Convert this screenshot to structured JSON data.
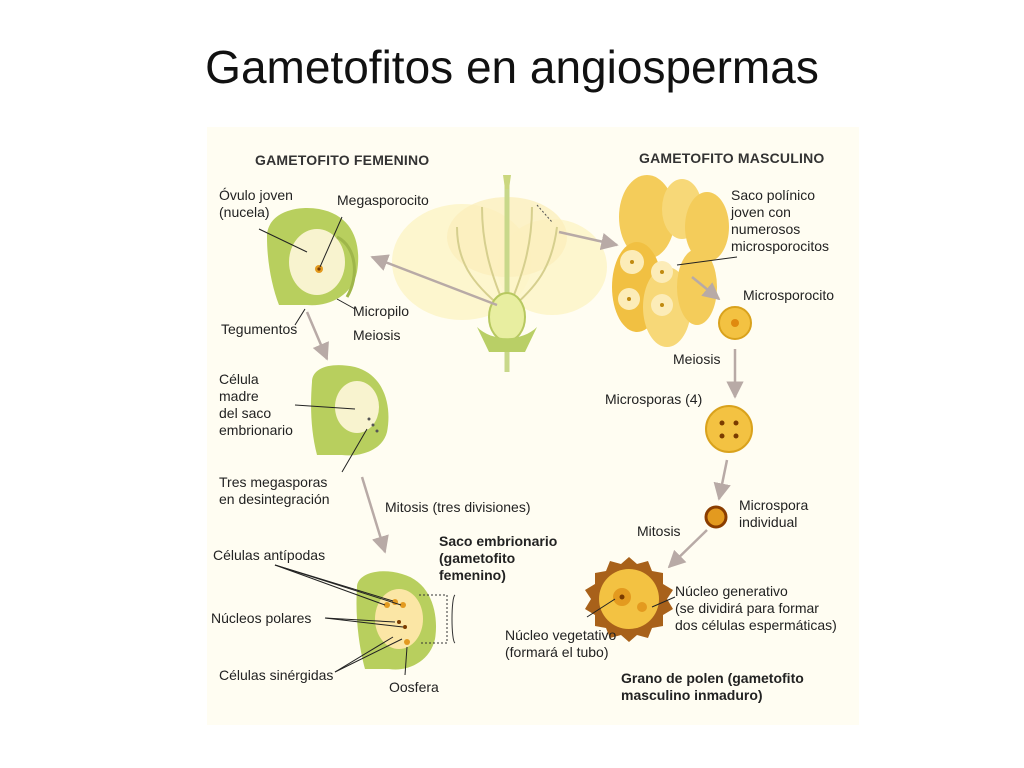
{
  "slide": {
    "title": "Gametofitos en angiospermas"
  },
  "diagram": {
    "female_header": "GAMETOFITO FEMENINO",
    "male_header": "GAMETOFITO MASCULINO",
    "female": {
      "ovulo_joven": "Óvulo joven\n(nucela)",
      "megasporocito": "Megasporocito",
      "micropilo": "Micropilo",
      "tegumentos": "Tegumentos",
      "meiosis": "Meiosis",
      "celula_madre": "Célula\nmadre\ndel saco\nembrionario",
      "tres_megasporas": "Tres megasporas\nen desintegración",
      "mitosis": "Mitosis (tres divisiones)",
      "saco_embrionario": "Saco embrionario\n(gametofito\nfemenino)",
      "antipodas": "Células antípodas",
      "nucleos_polares": "Núcleos polares",
      "sinergidas": "Células sinérgidas",
      "oosfera": "Oosfera"
    },
    "male": {
      "saco_polinico": "Saco polínico\njoven con\nnumerosos\nmicrosporocitos",
      "microsporocito": "Microsporocito",
      "meiosis": "Meiosis",
      "microsporas": "Microsporas (4)",
      "microspora_individual": "Microspora\nindividual",
      "mitosis": "Mitosis",
      "nucleo_generativo": "Núcleo generativo\n(se dividirá para formar\ndos células espermáticas)",
      "nucleo_vegetativo": "Núcleo vegetativo\n(formará el tubo)",
      "grano_polen": "Grano de polen (gametofito\nmasculino inmaduro)"
    }
  }
}
